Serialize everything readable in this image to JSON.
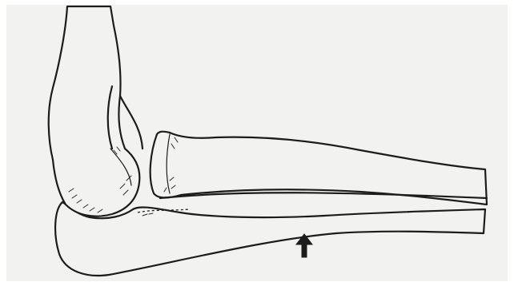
{
  "colors": {
    "background": "#f2f2f0",
    "outline": "#1c1c1c",
    "page": "#ffffff"
  },
  "figure": {
    "structures": [
      "humerus",
      "radius",
      "ulna"
    ],
    "marker": "arrow-up-icon"
  }
}
